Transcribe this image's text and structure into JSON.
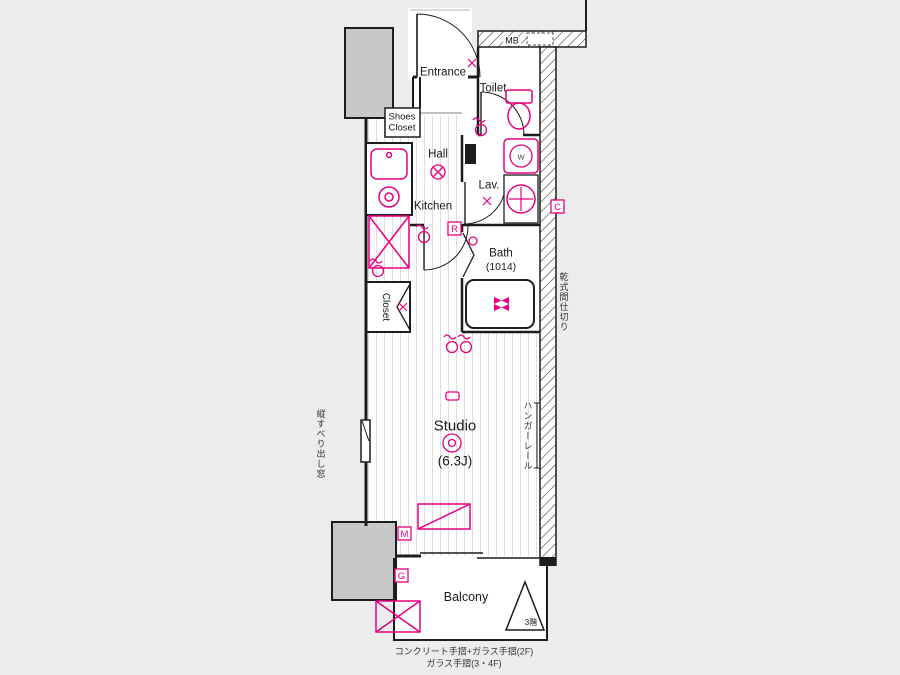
{
  "plan": {
    "rooms": {
      "entrance": "Entrance",
      "toilet": "Toilet",
      "shoes_closet_line1": "Shoes",
      "shoes_closet_line2": "Closet",
      "hall": "Hall",
      "kitchen": "Kitchen",
      "lav": "Lav.",
      "bath": "Bath",
      "bath_size": "(1014)",
      "closet": "Closet",
      "studio": "Studio",
      "studio_size": "(6.3J)",
      "balcony": "Balcony"
    },
    "annotations": {
      "mb": "MB",
      "washer": "W",
      "dry_partition": "乾式間仕切り",
      "hanger_rail": "ハンガーレール",
      "casement_window": "縦すべり出し窓",
      "floor_3": "3階",
      "railing_note_line1": "コンクリート手摺+ガラス手摺(2F)",
      "railing_note_line2": "ガラス手摺(3・4F)"
    },
    "markers": {
      "c": "C",
      "r": "R",
      "m": "M",
      "g": "G"
    },
    "colors": {
      "accent_pink": "#e6007e",
      "wall_black": "#1c1c1c",
      "pillar_gray": "#c7c7c7",
      "background": "#ececec"
    }
  }
}
